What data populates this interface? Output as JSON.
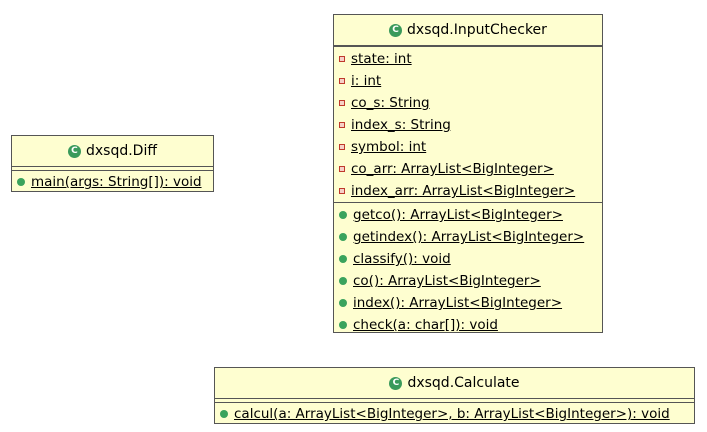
{
  "diff": {
    "name": "dxsqd.Diff",
    "methods": [
      "main(args: String[]): void"
    ]
  },
  "input_checker": {
    "name": "dxsqd.InputChecker",
    "fields": [
      "state: int",
      "i: int",
      "co_s: String",
      "index_s: String",
      "symbol: int",
      "co_arr: ArrayList<BigInteger>",
      "index_arr: ArrayList<BigInteger>"
    ],
    "methods": [
      "getco(): ArrayList<BigInteger>",
      "getindex(): ArrayList<BigInteger>",
      "classify(): void",
      "co(): ArrayList<BigInteger>",
      "index(): ArrayList<BigInteger>",
      "check(a: char[]): void"
    ]
  },
  "calculate": {
    "name": "dxsqd.Calculate",
    "methods": [
      "calcul(a: ArrayList<BigInteger>, b: ArrayList<BigInteger>): void"
    ]
  },
  "class_icon_glyph": "C",
  "icons": {
    "class": "class-icon",
    "private_field": "private-field-icon",
    "public_method": "public-method-icon"
  },
  "colors": {
    "class_fill": "#fefed0",
    "border": "#555555",
    "class_icon": "#3a9a5b",
    "public_method": "#3aa35d",
    "private_field": "#c0392b"
  }
}
